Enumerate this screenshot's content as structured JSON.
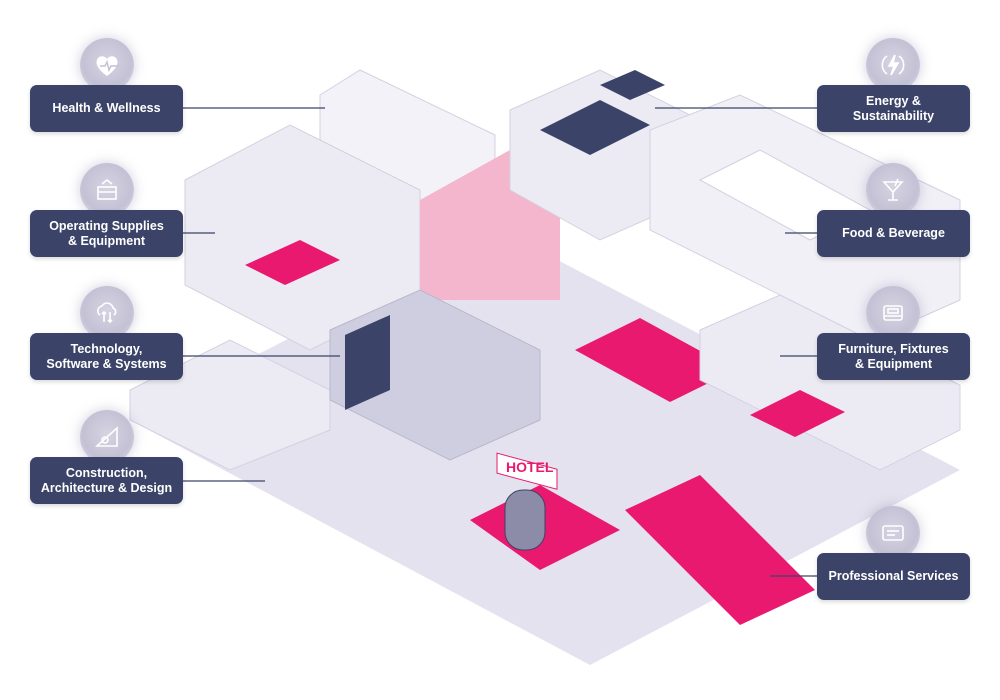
{
  "categories_left": [
    {
      "label": "Health & Wellness",
      "icon": "heart-pulse-icon"
    },
    {
      "label": "Operating Supplies\n& Equipment",
      "icon": "supplies-box-icon"
    },
    {
      "label": "Technology,\nSoftware & Systems",
      "icon": "cloud-sync-icon"
    },
    {
      "label": "Construction,\nArchitecture & Design",
      "icon": "ruler-gear-icon"
    }
  ],
  "categories_right": [
    {
      "label": "Energy &\nSustainability",
      "icon": "energy-bolt-icon"
    },
    {
      "label": "Food & Beverage",
      "icon": "cocktail-icon"
    },
    {
      "label": "Furniture, Fixtures\n& Equipment",
      "icon": "bed-icon"
    },
    {
      "label": "Professional Services",
      "icon": "id-card-icon"
    }
  ],
  "hotel_sign": "HOTEL",
  "colors": {
    "label_bg": "#3b4468",
    "accent": "#e8196f",
    "wall": "#e9e7f1",
    "dark": "#3b4468"
  }
}
